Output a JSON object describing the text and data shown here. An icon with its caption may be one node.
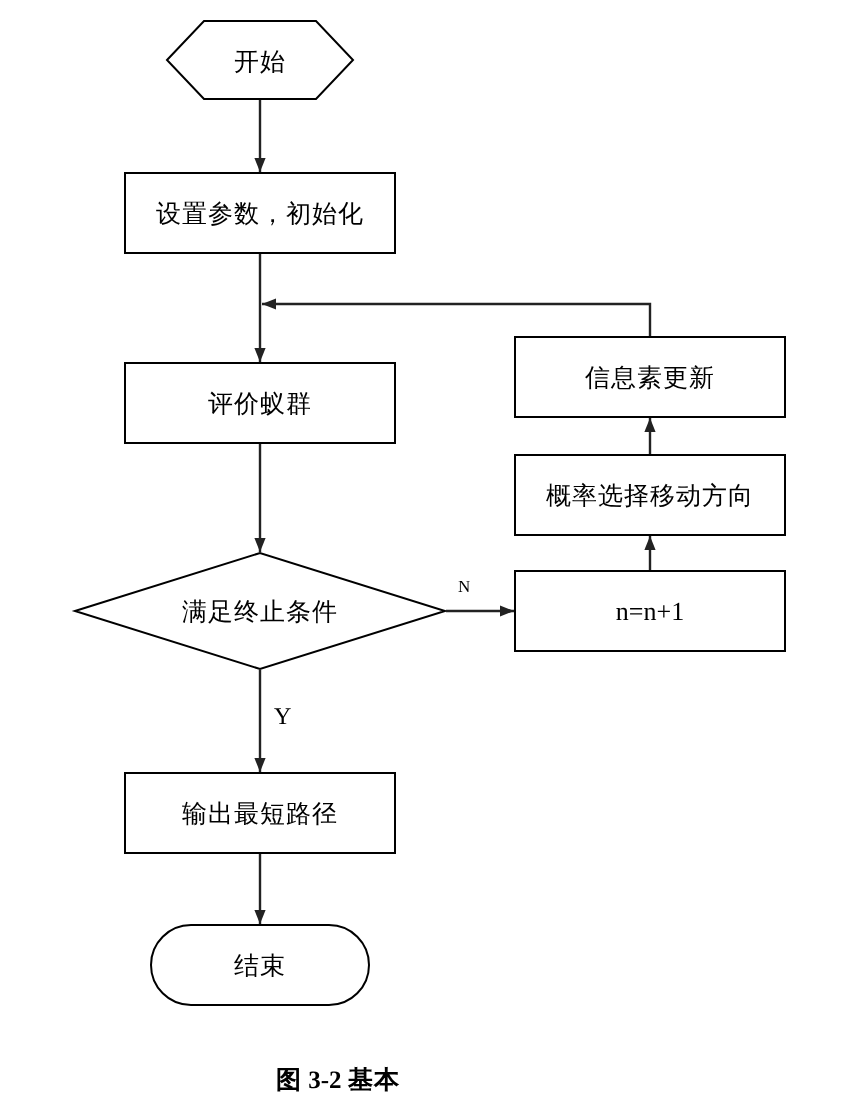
{
  "diagram": {
    "caption": "图 3-2 基本",
    "nodes": [
      {
        "text": [
          "开始"
        ]
      },
      {
        "text": [
          "设置参数，初始化"
        ]
      },
      {
        "text": [
          "评价蚁群"
        ]
      },
      {
        "text": [
          "满足终止条件"
        ]
      },
      {
        "text": [
          "输出最短路径"
        ]
      },
      {
        "text": [
          "结束"
        ]
      },
      {
        "text": [
          "信息素更新"
        ]
      },
      {
        "text": [
          "概率选择移动方向"
        ]
      },
      {
        "text": [
          "n=n+1"
        ]
      }
    ],
    "edges": [
      {
        "from": 0,
        "to": 1,
        "arrow": "to"
      },
      {
        "from": 1,
        "to": 2,
        "arrow": "to"
      },
      {
        "from": 2,
        "to": 3,
        "arrow": "to"
      },
      {
        "from": 3,
        "to": 4,
        "arrow": "to",
        "label": "Y"
      },
      {
        "from": 4,
        "to": 5,
        "arrow": "to"
      },
      {
        "from": 3,
        "to": 8,
        "arrow": "to",
        "label": "N"
      },
      {
        "from": 8,
        "to": 7,
        "arrow": "to"
      },
      {
        "from": 7,
        "to": 6,
        "arrow": "to"
      },
      {
        "from": 6,
        "to": 2,
        "arrow": "to"
      }
    ]
  }
}
